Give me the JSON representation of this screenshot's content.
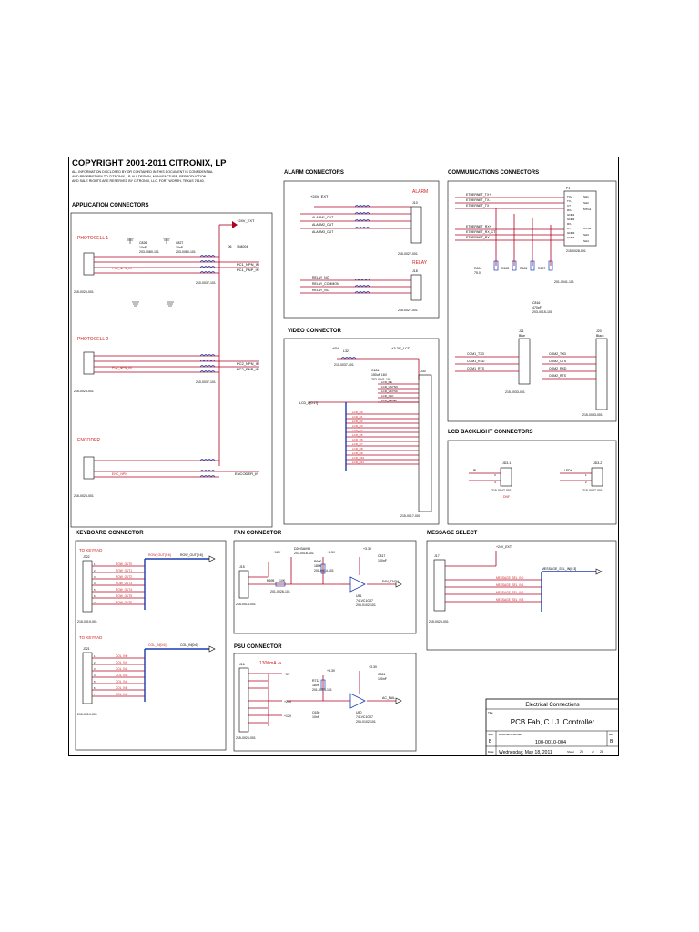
{
  "copyright": {
    "title": "COPYRIGHT 2001-2011 CITRONIX, LP",
    "lines": [
      "ALL INFORMATION DISCLOSED BY OR CONTAINED IN THIS DOCUMENT IS CONFIDENTIAL",
      "AND PROPRIETARY TO CITRONIX, LP.  ALL DESIGN, MANUFACTURE, REPRODUCTION",
      "AND SALE RIGHTS ARE RESERVED BY CITRONIX, LLC.  FORT WORTH, TEXAS 76140."
    ]
  },
  "sections": {
    "application": "APPLICATION CONNECTORS",
    "alarm": "ALARM CONNECTORS",
    "communications": "COMMUNICATIONS CONNECTORS",
    "video": "VIDEO CONNECTOR",
    "lcd_backlight": "LCD BACKLIGHT CONNECTORS",
    "keyboard": "KEYBOARD CONNECTOR",
    "fan": "FAN CONNECTOR",
    "message_select": "MESSAGE SELECT",
    "psu": "PSU CONNECTOR"
  },
  "application": {
    "photocell1": "PHOTOCELL 1",
    "photocell2": "PHOTOCELL 2",
    "encoder": "ENCODER",
    "pc1_net": "PC1_NPN_IN",
    "pc1_pnp": "PC1_PNP_IN",
    "pc2_net": "PC2_NPN_IN",
    "pc2_pnp": "PC2_PNP_IN",
    "encoder_net": "ENCODER_IN",
    "enc_npn": "ENC_NPN",
    "diode": "1N4004",
    "diode_ref": "D6",
    "vext": "+24V_EXT",
    "conn_pn": "215-0025-001",
    "c1": "C826",
    "c2": "C827",
    "cap_val": "10nF",
    "cap_pn": "203-0080-101",
    "ferrite_pn": "210-0037-101"
  },
  "alarm": {
    "label_alarm": "ALARM",
    "label_relay": "RELAY",
    "vext": "+24V_EXT",
    "nets_alarm": [
      "ALARM1_OUT",
      "ALARM2_OUT",
      "ALARM3_OUT"
    ],
    "nets_relay": [
      "RELAY_NO",
      "RELAY_COMMON",
      "RELAY_NC"
    ],
    "j_alarm": "J10",
    "j_relay": "J18",
    "pn": "215-0027-001"
  },
  "comms": {
    "nets_top": [
      "ETHERNET_TX+",
      "ETHERNET_TX-",
      "ETHERNET_TX"
    ],
    "nets_mid": [
      "ETHERNET_RX+",
      "ETHERNET_RX_CT",
      "ETHERNET_RX-"
    ],
    "pins": [
      "TX+",
      "TX-",
      "CT",
      "RX+",
      "GND1",
      "GND2",
      "RX-",
      "CT",
      "GND3",
      "GND4"
    ],
    "shield": [
      "SH1",
      "SH2",
      "MTG1",
      "MTG2",
      "SH3",
      "SH4"
    ],
    "ref": "P1",
    "pn": "215-0028-001",
    "resistors": [
      "R604",
      "R605",
      "R606",
      "R607"
    ],
    "res_val": "75.0",
    "res_pn": "201-0041-101",
    "cap": "C816",
    "cap_val": "470pF",
    "cap_pn": "203-0015-101",
    "j1": "J21",
    "j1_label": "Blue",
    "j2": "J20",
    "j2_label": "Black",
    "com1": [
      "COM1_TXD",
      "COM1_RXD",
      "COM1_RTS"
    ],
    "com2": [
      "COM2_TXD",
      "COM2_CTS",
      "COM2_RXD",
      "COM2_RTS"
    ],
    "conn_pn": "215-0033-001"
  },
  "video": {
    "v5": "+5V",
    "v3": "+3.3V_LCD",
    "ref": "J30",
    "cap": "C184",
    "cap_val": "150uF 16V",
    "cap_pn": "202-0041-101",
    "inductor": "L32",
    "ind_pn": "210-0037-101",
    "net": "LCD_D[0:17]",
    "nets": [
      "LCD_D0",
      "LCD_D1",
      "LCD_D2",
      "LCD_D3",
      "LCD_D4",
      "LCD_D5",
      "LCD_D6",
      "LCD_D7",
      "LCD_D8",
      "LCD_D9",
      "LCD_D10",
      "LCD_D11"
    ],
    "ctrl": [
      "LCD_DE",
      "LCD_HSYNC",
      "LCD_VSYNC",
      "LCD_CLK",
      "LCD_RESET"
    ],
    "pn": "215-0017-001"
  },
  "backlight": {
    "j1": "JD3-1",
    "j2": "JD3-2",
    "bl_minus": "BL-",
    "bl_plus": "LED+",
    "dnf": "DNF",
    "pins1": [
      "3",
      "4"
    ],
    "pins2": [
      "1",
      "2"
    ],
    "pn": "215-0047-001"
  },
  "keyboard": {
    "to_keypad_1": "TO KEYPAD",
    "to_keypad_2": "TO KEYPAD",
    "row_bus": "ROW_OUT[0:6]",
    "row_bus_out": "ROW_OUT[0:6]",
    "col_bus": "COL_IN[0:6]",
    "col_bus_out": "COL_IN[0:6]",
    "rows": [
      "ROW_OUT0",
      "ROW_OUT1",
      "ROW_OUT2",
      "ROW_OUT3",
      "ROW_OUT4",
      "ROW_OUT5",
      "ROW_OUT6"
    ],
    "cols": [
      "COL_IN0",
      "COL_IN1",
      "COL_IN2",
      "COL_IN3",
      "COL_IN4",
      "COL_IN5",
      "COL_IN6"
    ],
    "j_row": "J322",
    "j_col": "J321",
    "pn": "215-0019-001"
  },
  "fan": {
    "ref": "J15",
    "diode": "D20 BAV99",
    "diode_pn": "203-0016-101",
    "r1": "R695",
    "r1_val": "10K",
    "r1_pn": "201-0026-101",
    "r2": "R690",
    "r2_val": "180K",
    "r2_pn": "201-0014-101",
    "cap": "C817",
    "cap_val": "100nF",
    "ic": "U51",
    "ic_part": "74LVC1G07",
    "ic_pn": "205-0102-101",
    "net": "FAN_TACH",
    "v12": "+12V",
    "v33": "+3.3V",
    "pn": "215-0018-001"
  },
  "message": {
    "ref": "J17",
    "vext": "+24V_EXT",
    "bus": "MESSAGE_SEL_IN[0:3]",
    "nets": [
      "MESSAGE_SEL_IN0",
      "MESSAGE_SEL_IN1",
      "MESSAGE_SEL_IN2",
      "MESSAGE_SEL_IN3"
    ],
    "pn": "215-0025-001"
  },
  "psu": {
    "ref": "J16",
    "current": "1300mA ->",
    "v5": "+5V",
    "v24": "+24V",
    "v12": "+12V",
    "v33": "+3.3V",
    "r": "R712",
    "r_val": "180K",
    "r_pn": "201-0014-101",
    "cap": "C630",
    "cap_val": "10nF",
    "cap2": "C824",
    "cap2_val": "100nF",
    "ic": "U50",
    "ic_part": "74LVC1G07",
    "ic_pn": "205-0102-101",
    "net": "AC_FAIL",
    "pn": "215-0026-001"
  },
  "titleblock": {
    "sheet_title": "Electrical Connections",
    "title_label": "Title",
    "title": "PCB Fab, C.I.J. Controller",
    "size_label": "Size",
    "size": "B",
    "docnum_label": "Document Number",
    "docnum": "100-0010-004",
    "rev_label": "Rev",
    "rev": "B",
    "date_label": "Date:",
    "date": "Wednesday, May 18, 2011",
    "sheet_label": "Sheet",
    "sheet": "20",
    "of_label": "of",
    "of": "28"
  }
}
